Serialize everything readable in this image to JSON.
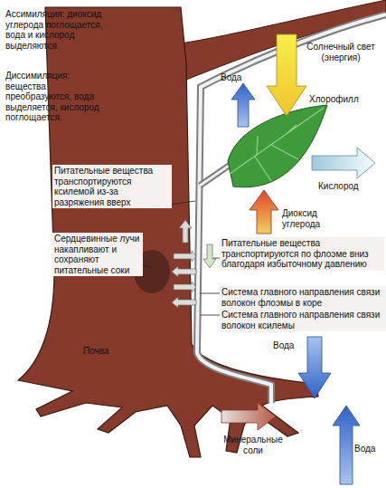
{
  "diagram": {
    "labels": [
      "Ассимиляция: диоксид углерода поглощается, вода и кислород выделяются",
      "Диссимиляция: вещества преобразуются, вода выделяется, кислород поглощается.",
      "Солнечный свет (энергия)",
      "Вода",
      "Хлорофилл",
      "Кислород",
      "Диоксид углерода",
      "Питательные вещества транспортируются ксилемой из-за разряжения вверх",
      "Сердцевинные лучи накапливают и сохраняют питательные соки",
      "Питательные вещества транспортируются по флоэме вниз благодаря избыточному давлению",
      "Система главного направления связи волокон флоэмы в коре",
      "Система главного направления связи волокон ксилемы",
      "Почва",
      "Вода",
      "Минеральные соли",
      "Вода"
    ]
  }
}
